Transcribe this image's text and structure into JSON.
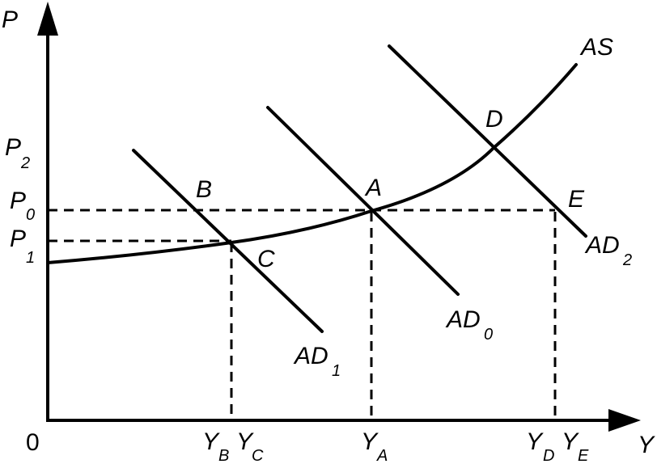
{
  "axes": {
    "y_label": "P",
    "x_label": "Y",
    "origin": "0"
  },
  "price_labels": [
    {
      "main": "P",
      "sub": "2"
    },
    {
      "main": "P",
      "sub": "0"
    },
    {
      "main": "P",
      "sub": "1"
    }
  ],
  "output_labels": [
    {
      "main": "Y",
      "sub": "B"
    },
    {
      "main": "Y",
      "sub": "C"
    },
    {
      "main": "Y",
      "sub": "A"
    },
    {
      "main": "Y",
      "sub": "D"
    },
    {
      "main": "Y",
      "sub": "E"
    }
  ],
  "curves": {
    "as": {
      "main": "AS",
      "sub": ""
    },
    "ad0": {
      "main": "AD",
      "sub": "0"
    },
    "ad1": {
      "main": "AD",
      "sub": "1"
    },
    "ad2": {
      "main": "AD",
      "sub": "2"
    }
  },
  "points": [
    "A",
    "B",
    "C",
    "D",
    "E"
  ],
  "colors": {
    "ink": "#000000",
    "background": "#ffffff"
  }
}
